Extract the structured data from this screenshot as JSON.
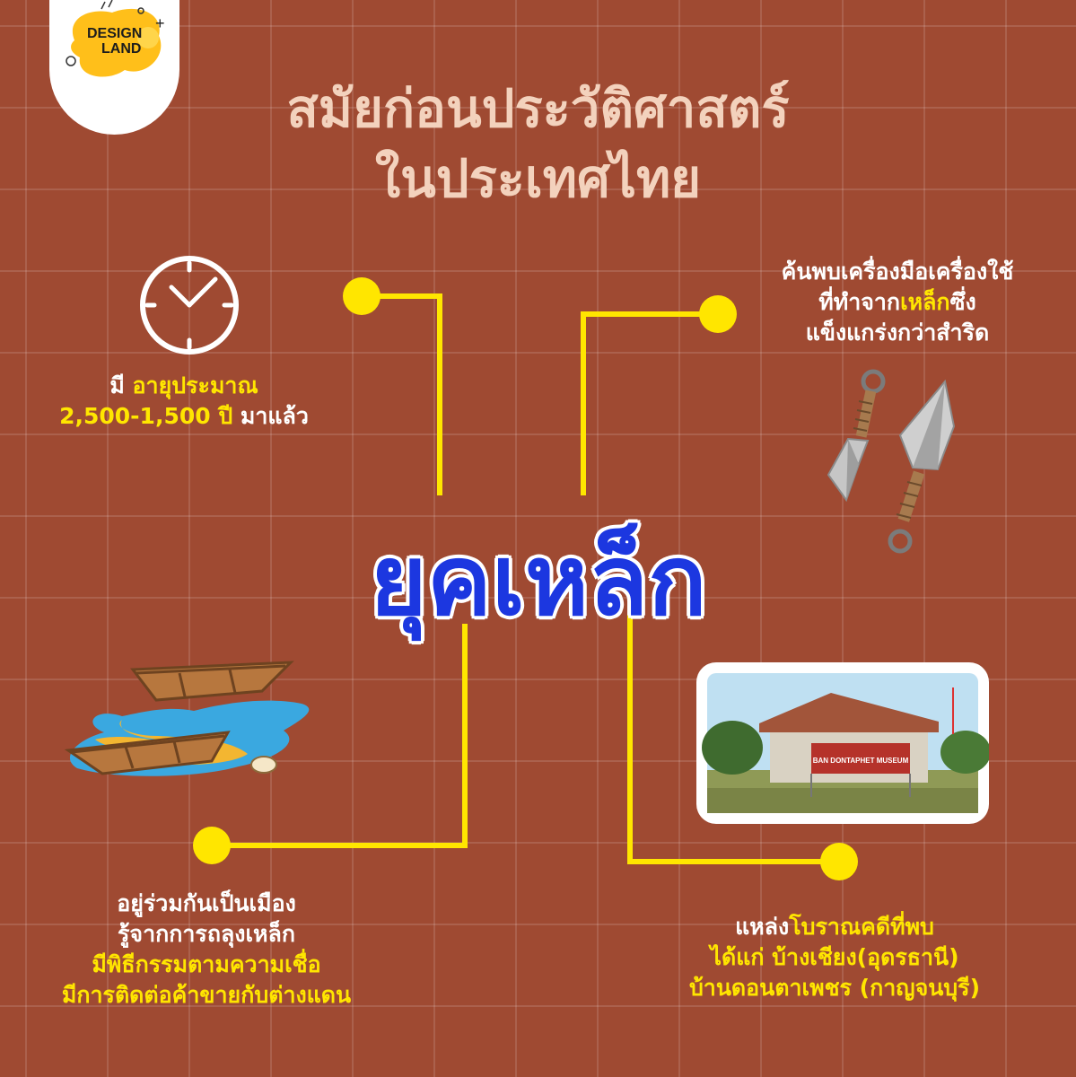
{
  "logo": {
    "line1": "DESIGN",
    "line2": "LAND",
    "plus": "+"
  },
  "title": {
    "line1": "สมัยก่อนประวัติศาสตร์",
    "line2": "ในประเทศไทย"
  },
  "era": "ยุคเหล็ก",
  "age": {
    "prefix": "มี ",
    "highlight1": "อายุประมาณ",
    "highlight2": "2,500-1,500 ปี",
    "suffix": " มาแล้ว"
  },
  "tools": {
    "line1": "ค้นพบเครื่องมือเครื่องใช้",
    "line2_pre": "ที่ทำจาก",
    "line2_hl": "เหล็ก",
    "line2_post": "ซึ่ง",
    "line3": "แข็งแกร่งกว่าสำริด"
  },
  "society": {
    "line1": "อยู่ร่วมกันเป็นเมือง",
    "line2": "รู้จากการถลุงเหล็ก",
    "line3": "มีพิธีกรรมตามความเชื่อ",
    "line4": "มีการติดต่อค้าขายกับต่างแดน"
  },
  "sites": {
    "line1_pre": "แหล่ง",
    "line1_hl": "โบราณคดีที่พบ",
    "line2": "ได้แก่ บ้างเชียง(อุดรธานี)",
    "line3": "บ้านดอนตาเพชร (กาญจนบุรี)"
  },
  "museum_sign": "BAN DONTAPHET MUSEUM",
  "colors": {
    "background": "#9f4a32",
    "accent": "#ffe600",
    "era_text": "#1c37e0",
    "title_text": "#f3d2bd"
  },
  "icons": [
    "clock-icon",
    "kunai-icon",
    "boat-icon",
    "museum-photo"
  ]
}
